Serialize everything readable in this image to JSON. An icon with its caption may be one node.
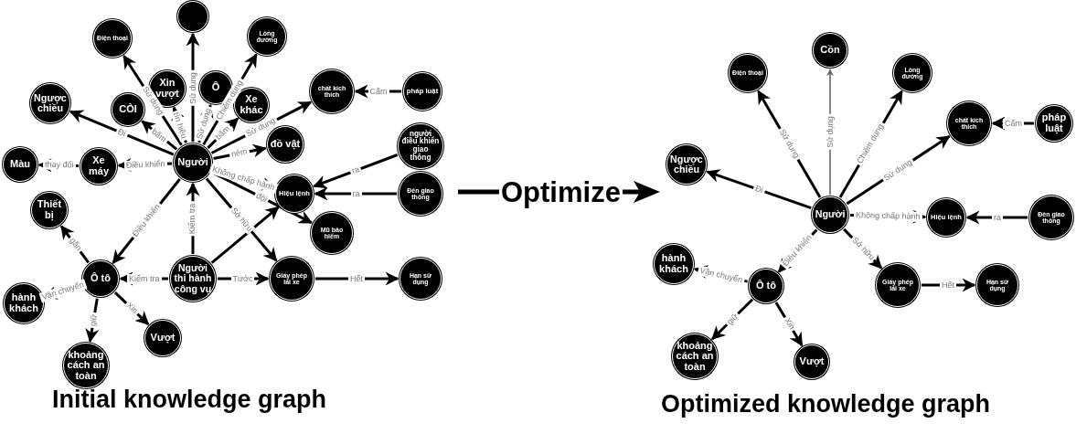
{
  "diagram": {
    "nodes": [
      {
        "text": [
          "Người"
        ]
      },
      {
        "text": [
          "Điện thoại"
        ]
      },
      {
        "text": [],
        "shape": "circle"
      },
      {
        "text": [
          "Lòng đường"
        ]
      },
      {
        "text": [
          "Ngược chiều"
        ]
      },
      {
        "text": [
          "Xin vượt"
        ]
      },
      {
        "text": [
          "Ô"
        ]
      },
      {
        "text": [
          "chất kích thích"
        ]
      },
      {
        "text": [
          "pháp luật"
        ]
      },
      {
        "text": [
          "CÒI"
        ]
      },
      {
        "text": [
          "Xe khác"
        ]
      },
      {
        "text": [
          "đồ vật"
        ]
      },
      {
        "text": [
          "người điều khiển giao thông"
        ]
      },
      {
        "text": [
          "Màu"
        ]
      },
      {
        "text": [
          "Xe máy"
        ]
      },
      {
        "text": [
          "Hiệu lệnh"
        ]
      },
      {
        "text": [
          "Đèn giao thông"
        ]
      },
      {
        "text": [
          "Thiết bị"
        ]
      },
      {
        "text": [
          "Mũ bảo hiểm"
        ]
      },
      {
        "text": [
          "Ô tô"
        ]
      },
      {
        "text": [
          "Người thi hành công vụ"
        ]
      },
      {
        "text": [
          "Giấy phép lái xe"
        ]
      },
      {
        "text": [
          "Hạn sử dụng"
        ]
      },
      {
        "text": [
          "hành khách"
        ]
      },
      {
        "text": [
          "Vượt"
        ]
      },
      {
        "text": [
          "khoảng cách an toàn"
        ]
      },
      {
        "text": [
          "Điện thoại"
        ]
      },
      {
        "text": [
          "Cồn"
        ]
      },
      {
        "text": [
          "Lòng đường"
        ]
      },
      {
        "text": [
          "Ngược chiều"
        ]
      },
      {
        "text": [
          "chất kích thích"
        ]
      },
      {
        "text": [
          "pháp luật"
        ]
      },
      {
        "text": [
          "Người"
        ]
      },
      {
        "text": [
          "Hiệu lệnh"
        ]
      },
      {
        "text": [
          "Đèn giao thông"
        ]
      },
      {
        "text": [
          "hành khách"
        ]
      },
      {
        "text": [
          "Ô tô"
        ]
      },
      {
        "text": [
          "Giấy phép lái xe"
        ]
      },
      {
        "text": [
          "Hạn sử dụng"
        ]
      },
      {
        "text": [
          "khoảng cách an toàn"
        ]
      },
      {
        "text": [
          "Vượt"
        ]
      }
    ],
    "edges": [
      {
        "from": 0,
        "to": 1,
        "arrow": "to",
        "label": "Sử dụng"
      },
      {
        "from": 0,
        "to": 2,
        "arrow": "to",
        "label": "Sử dụng"
      },
      {
        "from": 0,
        "to": 5,
        "arrow": "to",
        "label": "tín hiệu"
      },
      {
        "from": 0,
        "to": 6,
        "arrow": "to",
        "label": "Sử dụng"
      },
      {
        "from": 0,
        "to": 9,
        "arrow": "to",
        "label": "bấm"
      },
      {
        "from": 0,
        "to": 10,
        "arrow": "to",
        "label": "bấm"
      },
      {
        "from": 0,
        "to": 3,
        "arrow": "to",
        "label": "Chiếm dụng"
      },
      {
        "from": 0,
        "to": 7,
        "arrow": "to",
        "label": "Sử dụng"
      },
      {
        "from": 0,
        "to": 11,
        "arrow": "to",
        "label": "ném"
      },
      {
        "from": 0,
        "to": 4,
        "arrow": "to",
        "label": "Đi"
      },
      {
        "from": 0,
        "to": 14,
        "arrow": "to",
        "label": "Điều khiển"
      },
      {
        "from": 14,
        "to": 13,
        "arrow": "to",
        "label": "thay đổi"
      },
      {
        "from": 8,
        "to": 7,
        "arrow": "to",
        "label": "Cấm"
      },
      {
        "from": 12,
        "to": 15,
        "arrow": "to",
        "label": "ra"
      },
      {
        "from": 16,
        "to": 15,
        "arrow": "to",
        "label": "ra"
      },
      {
        "from": 0,
        "to": 15,
        "arrow": "to",
        "label": "Không chấp hành"
      },
      {
        "from": 0,
        "to": 18,
        "arrow": "to",
        "label": "đội"
      },
      {
        "from": 0,
        "to": 21,
        "arrow": "to",
        "label": "Sở hữu"
      },
      {
        "from": 20,
        "to": 15,
        "arrow": "to"
      },
      {
        "from": 20,
        "to": 0,
        "arrow": "to",
        "label": "Kiểm tra"
      },
      {
        "from": 20,
        "to": 19,
        "arrow": "to",
        "label": "Kiểm tra"
      },
      {
        "from": 20,
        "to": 21,
        "arrow": "to",
        "label": "Tước"
      },
      {
        "from": 21,
        "to": 22,
        "arrow": "to",
        "label": "Hết"
      },
      {
        "from": 0,
        "to": 19,
        "arrow": "to",
        "label": "Điều khiển"
      },
      {
        "from": 19,
        "to": 17,
        "arrow": "to",
        "label": "gắn"
      },
      {
        "from": 19,
        "to": 23,
        "arrow": "to",
        "label": "Vận chuyển"
      },
      {
        "from": 19,
        "to": 25,
        "arrow": "to",
        "label": "giữ"
      },
      {
        "from": 19,
        "to": 24,
        "arrow": "to",
        "label": "Xin"
      },
      {
        "from": 32,
        "to": 26,
        "arrow": "to",
        "label": "Sử dụng"
      },
      {
        "from": 32,
        "to": 27,
        "arrow": "to",
        "label": "Sử dụng",
        "color": "#666666"
      },
      {
        "from": 32,
        "to": 28,
        "arrow": "to",
        "label": "Chiếm dụng"
      },
      {
        "from": 32,
        "to": 30,
        "arrow": "to",
        "label": "Sử dụng"
      },
      {
        "from": 31,
        "to": 30,
        "arrow": "to",
        "label": "Cấm"
      },
      {
        "from": 32,
        "to": 29,
        "arrow": "to",
        "label": "Đi"
      },
      {
        "from": 32,
        "to": 33,
        "arrow": "to",
        "label": "Không chấp hành"
      },
      {
        "from": 34,
        "to": 33,
        "arrow": "to",
        "label": "ra"
      },
      {
        "from": 32,
        "to": 36,
        "arrow": "to",
        "label": "Điều khiển"
      },
      {
        "from": 32,
        "to": 37,
        "arrow": "to",
        "label": "Sở hữu"
      },
      {
        "from": 37,
        "to": 38,
        "arrow": "to",
        "label": "Hết"
      },
      {
        "from": 36,
        "to": 35,
        "arrow": "to",
        "label": "Vận chuyển"
      },
      {
        "from": 36,
        "to": 39,
        "arrow": "to",
        "label": "giữ"
      },
      {
        "from": 36,
        "to": 40,
        "arrow": "to",
        "label": "Xin"
      }
    ],
    "labels": [
      "Optimize",
      "Initial knowledge graph",
      "Optimized knowledge graph"
    ]
  }
}
